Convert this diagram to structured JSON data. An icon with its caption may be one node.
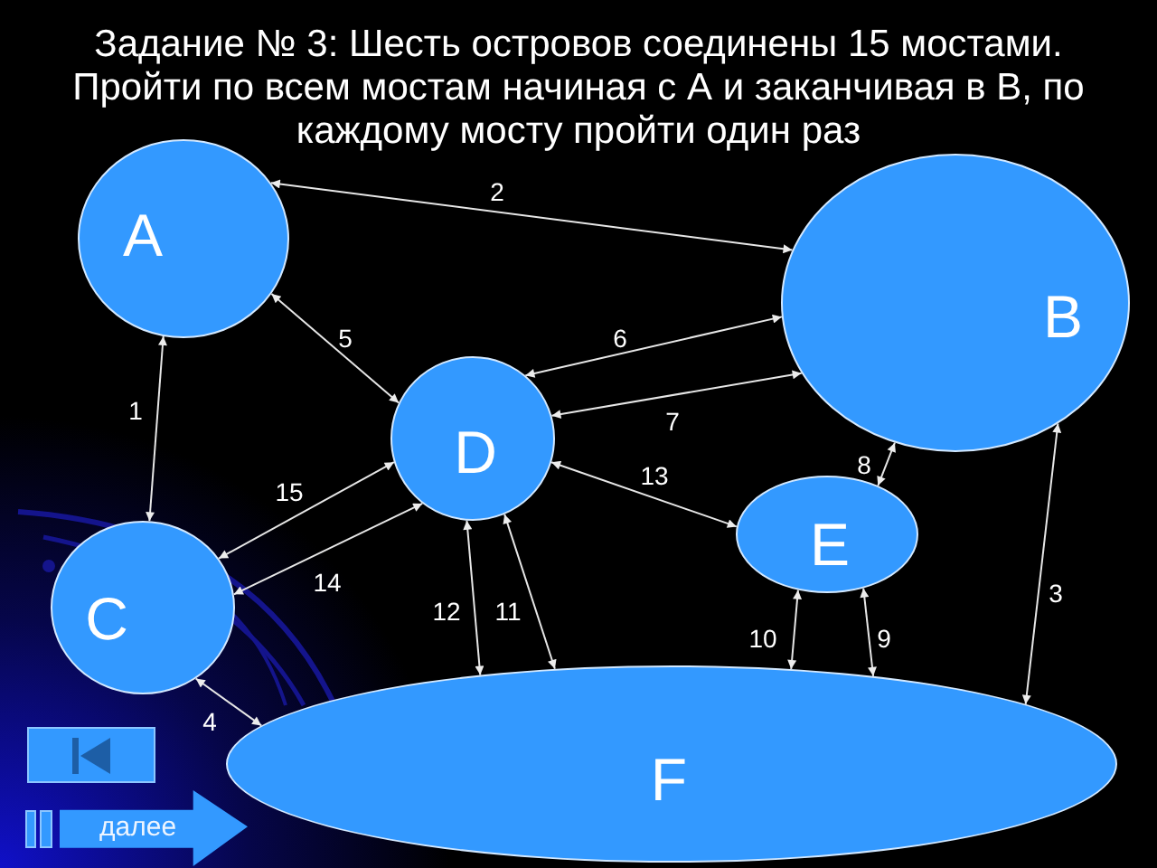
{
  "diagram": {
    "title": "Задание № 3: Шесть островов соединены 15 мостами. Пройти по всем мостам начиная с А и заканчивая в В, по каждому мосту пройти один раз",
    "nodes": [
      {
        "text": [
          "A"
        ]
      },
      {
        "text": [
          "B"
        ]
      },
      {
        "text": [
          "D"
        ]
      },
      {
        "text": [
          "E"
        ]
      },
      {
        "text": [
          "C"
        ]
      },
      {
        "text": [
          "F"
        ]
      }
    ],
    "edges": [
      {
        "from": 0,
        "to": 4,
        "label": "1",
        "arrow": "both"
      },
      {
        "from": 0,
        "to": 1,
        "label": "2",
        "arrow": "both"
      },
      {
        "from": 1,
        "to": 5,
        "label": "3",
        "arrow": "both"
      },
      {
        "from": 4,
        "to": 5,
        "label": "4",
        "arrow": "both"
      },
      {
        "from": 0,
        "to": 2,
        "label": "5",
        "arrow": "both"
      },
      {
        "from": 2,
        "to": 1,
        "label": "6",
        "arrow": "both"
      },
      {
        "from": 2,
        "to": 1,
        "label": "7",
        "arrow": "both"
      },
      {
        "from": 1,
        "to": 3,
        "label": "8",
        "arrow": "both"
      },
      {
        "from": 3,
        "to": 5,
        "label": "9",
        "arrow": "both"
      },
      {
        "from": 3,
        "to": 5,
        "label": "10",
        "arrow": "both"
      },
      {
        "from": 2,
        "to": 5,
        "label": "11",
        "arrow": "both"
      },
      {
        "from": 2,
        "to": 5,
        "label": "12",
        "arrow": "both"
      },
      {
        "from": 2,
        "to": 3,
        "label": "13",
        "arrow": "both"
      },
      {
        "from": 4,
        "to": 2,
        "label": "14",
        "arrow": "both"
      },
      {
        "from": 4,
        "to": 2,
        "label": "15",
        "arrow": "both"
      }
    ],
    "labels": [
      "далее"
    ]
  }
}
